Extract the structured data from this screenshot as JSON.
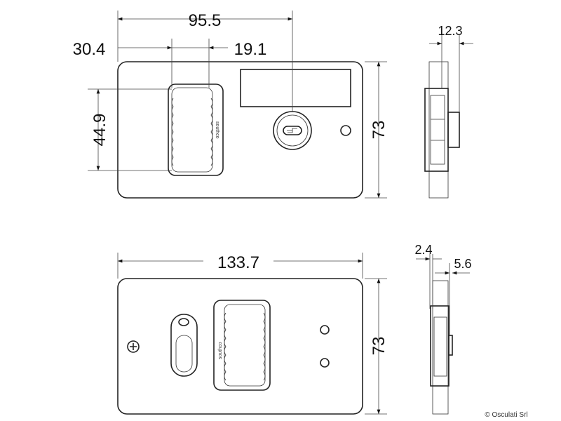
{
  "dimensions": {
    "top_width": "95.5",
    "left_offset": "30.4",
    "grip_width": "19.1",
    "grip_height": "44.9",
    "height_top": "73",
    "side_depth": "12.3",
    "overall_width": "133.7",
    "height_bottom": "73",
    "flange_thickness": "2.4",
    "protrusion": "5.6"
  },
  "brand_mark": "southco",
  "copyright": "© Osculati Srl"
}
